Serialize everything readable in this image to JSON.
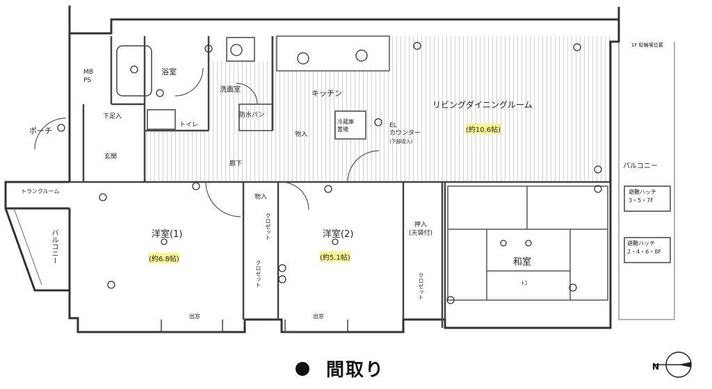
{
  "caption": "間取り",
  "rooms": {
    "mbps": "MB\nPS",
    "bath": "浴室",
    "washroom": "洗面室",
    "kitchen": "キッチン",
    "ldk": "リビングダイニングルーム",
    "ldk_size": "(約10.6帖)",
    "balcony_right": "バルコニー",
    "shoe_storage": "下足入",
    "toilet": "トイレ",
    "waterproof_pan": "防水パン",
    "storage1": "物入",
    "counter_label": "EL\nカウンター",
    "counter_sub": "(下部収入)",
    "fridge": "冷蔵庫\n置場",
    "porch": "ポーチ",
    "entrance": "玄関",
    "hallway": "廊下",
    "trunk_room": "トランクルーム",
    "balcony_left": "バルコニー",
    "storage2": "物入",
    "closet1": "クロゼット",
    "closet2": "クロゼット",
    "closet3": "クロゼット",
    "oshiire": "押入\n(天袋付)",
    "western1": "洋室(1)",
    "western1_size": "(約6.8帖)",
    "western2": "洋室(2)",
    "western2_size": "(約5.1帖)",
    "japanese": "和室",
    "tokonoma": "ﾄｺ",
    "window1": "出窓",
    "window2": "出窓",
    "hatch1": "避難ハッチ\n3・5・7F",
    "hatch2": "避難ハッチ\n2・4・6・8F",
    "note_top_right": "1F 駐輪場位置"
  },
  "compass": "N"
}
